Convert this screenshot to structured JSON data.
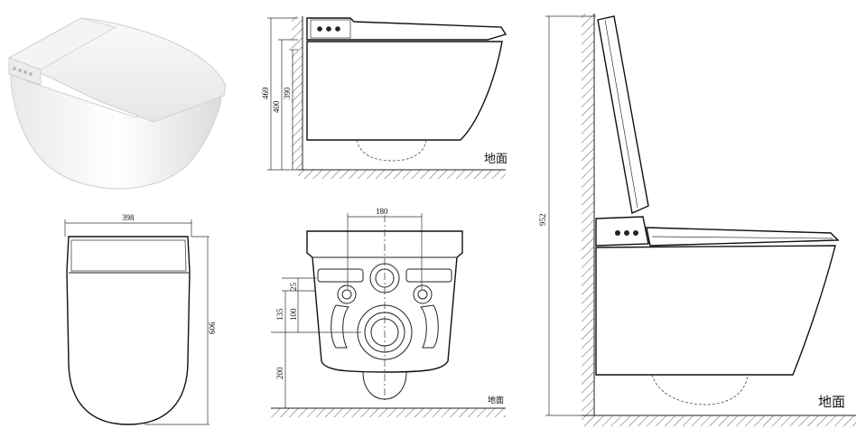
{
  "views": {
    "render_3d": {},
    "side_small": {
      "dims": {
        "overall_height": "469",
        "seat_height": "400",
        "bowl_height": "390"
      },
      "floor_label": "地面",
      "buttons": [
        "●",
        "●",
        "●"
      ]
    },
    "side_large": {
      "dims": {
        "overall_height": "952"
      },
      "floor_label": "地面"
    },
    "top": {
      "dims": {
        "width": "398",
        "length": "606"
      }
    },
    "rear": {
      "dims": {
        "spacing": "180",
        "a": "25",
        "b": "135",
        "c": "100",
        "floor": "200"
      },
      "floor_label": "地面"
    }
  }
}
